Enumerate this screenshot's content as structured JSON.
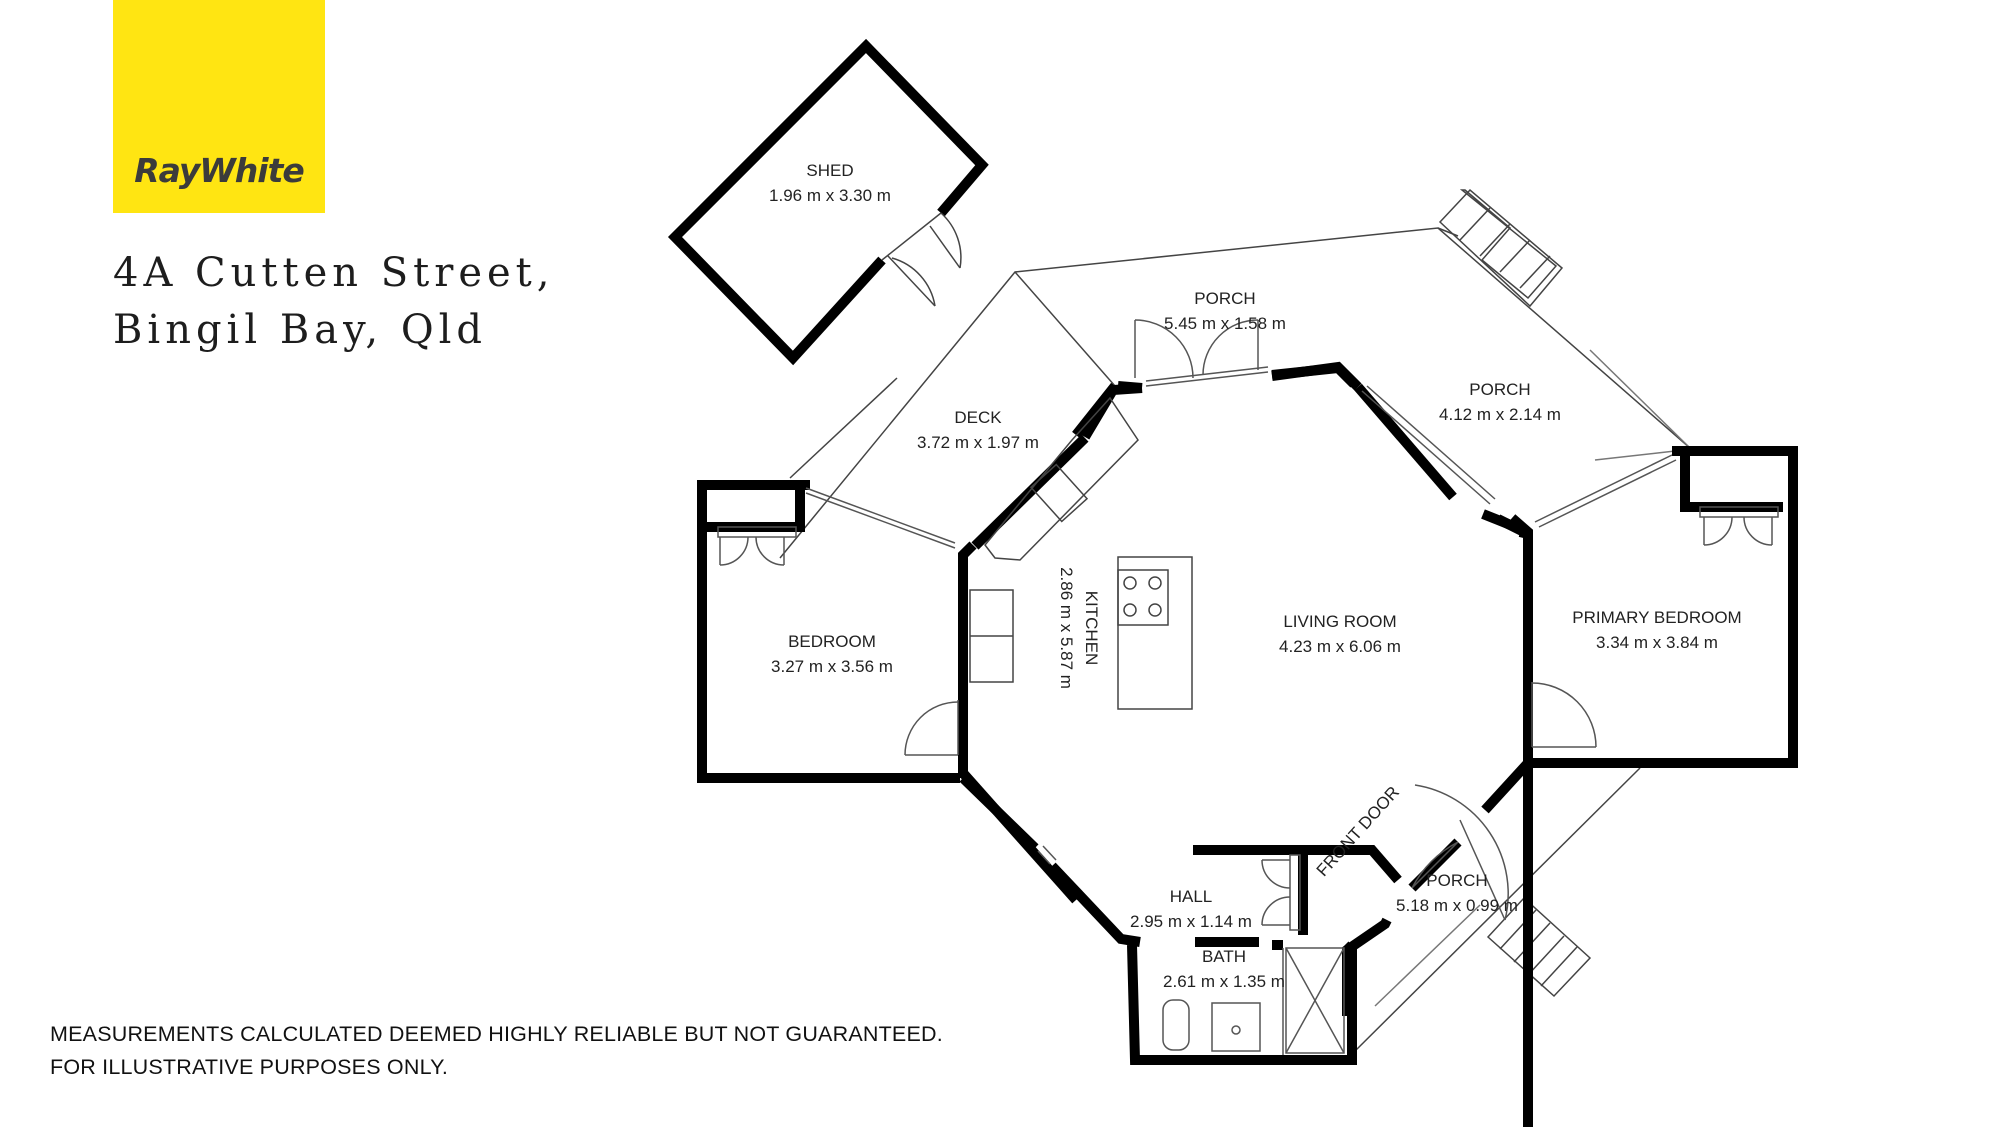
{
  "brand": {
    "name": "RayWhite",
    "logo_bg": "#ffe512",
    "logo_text_color": "#3b3b3b"
  },
  "address": {
    "line1": "4A Cutten Street,",
    "line2": "Bingil Bay, Qld"
  },
  "disclaimer": {
    "line1": "MEASUREMENTS CALCULATED DEEMED HIGHLY RELIABLE BUT NOT GUARANTEED.",
    "line2": "FOR ILLUSTRATIVE PURPOSES ONLY."
  },
  "rooms": {
    "shed": {
      "name": "SHED",
      "size": "1.96 m x 3.30 m"
    },
    "porch_north": {
      "name": "PORCH",
      "size": "5.45 m x 1.58 m"
    },
    "porch_east": {
      "name": "PORCH",
      "size": "4.12 m x 2.14 m"
    },
    "deck": {
      "name": "DECK",
      "size": "3.72 m x 1.97 m"
    },
    "kitchen": {
      "name": "KITCHEN",
      "size": "2.86 m x 5.87 m"
    },
    "living_room": {
      "name": "LIVING ROOM",
      "size": "4.23 m x 6.06 m"
    },
    "bedroom": {
      "name": "BEDROOM",
      "size": "3.27 m x 3.56 m"
    },
    "primary_bedroom": {
      "name": "PRIMARY BEDROOM",
      "size": "3.34 m x 3.84 m"
    },
    "hall": {
      "name": "HALL",
      "size": "2.95 m x 1.14 m"
    },
    "bath": {
      "name": "BATH",
      "size": "2.61 m x 1.35 m"
    },
    "porch_south": {
      "name": "PORCH",
      "size": "5.18 m x 0.99 m"
    }
  },
  "labels": {
    "front_door": "FRONT DOOR"
  },
  "colors": {
    "wall": "#000000",
    "thin_line": "#444444",
    "fixture": "#555555"
  }
}
